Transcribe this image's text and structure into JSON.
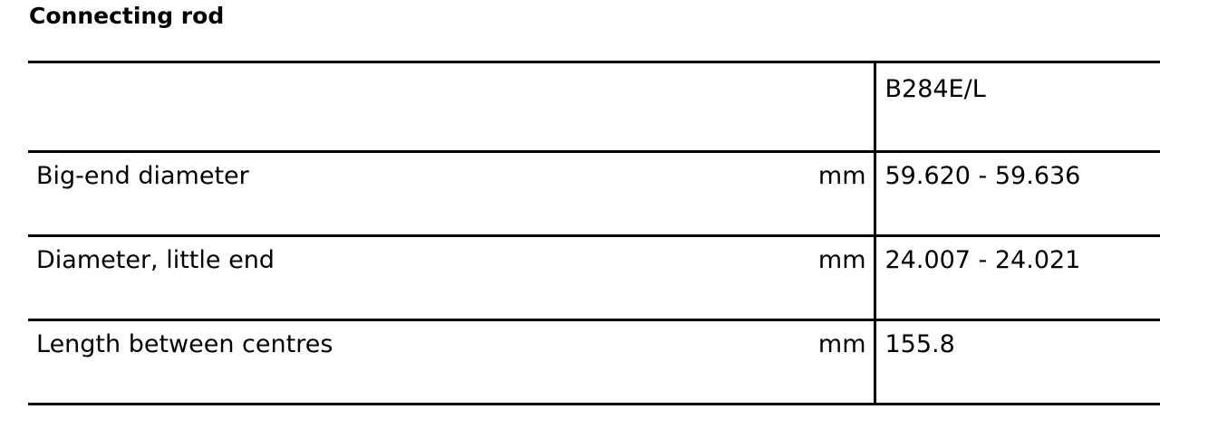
{
  "title": "Connecting rod",
  "table": {
    "column_header": "B284E/L",
    "rows": [
      {
        "label": "Big-end diameter",
        "unit": "mm",
        "value": "59.620 - 59.636"
      },
      {
        "label": "Diameter, little end",
        "unit": "mm",
        "value": "24.007 - 24.021"
      },
      {
        "label": "Length between centres",
        "unit": "mm",
        "value": "155.8"
      }
    ]
  }
}
